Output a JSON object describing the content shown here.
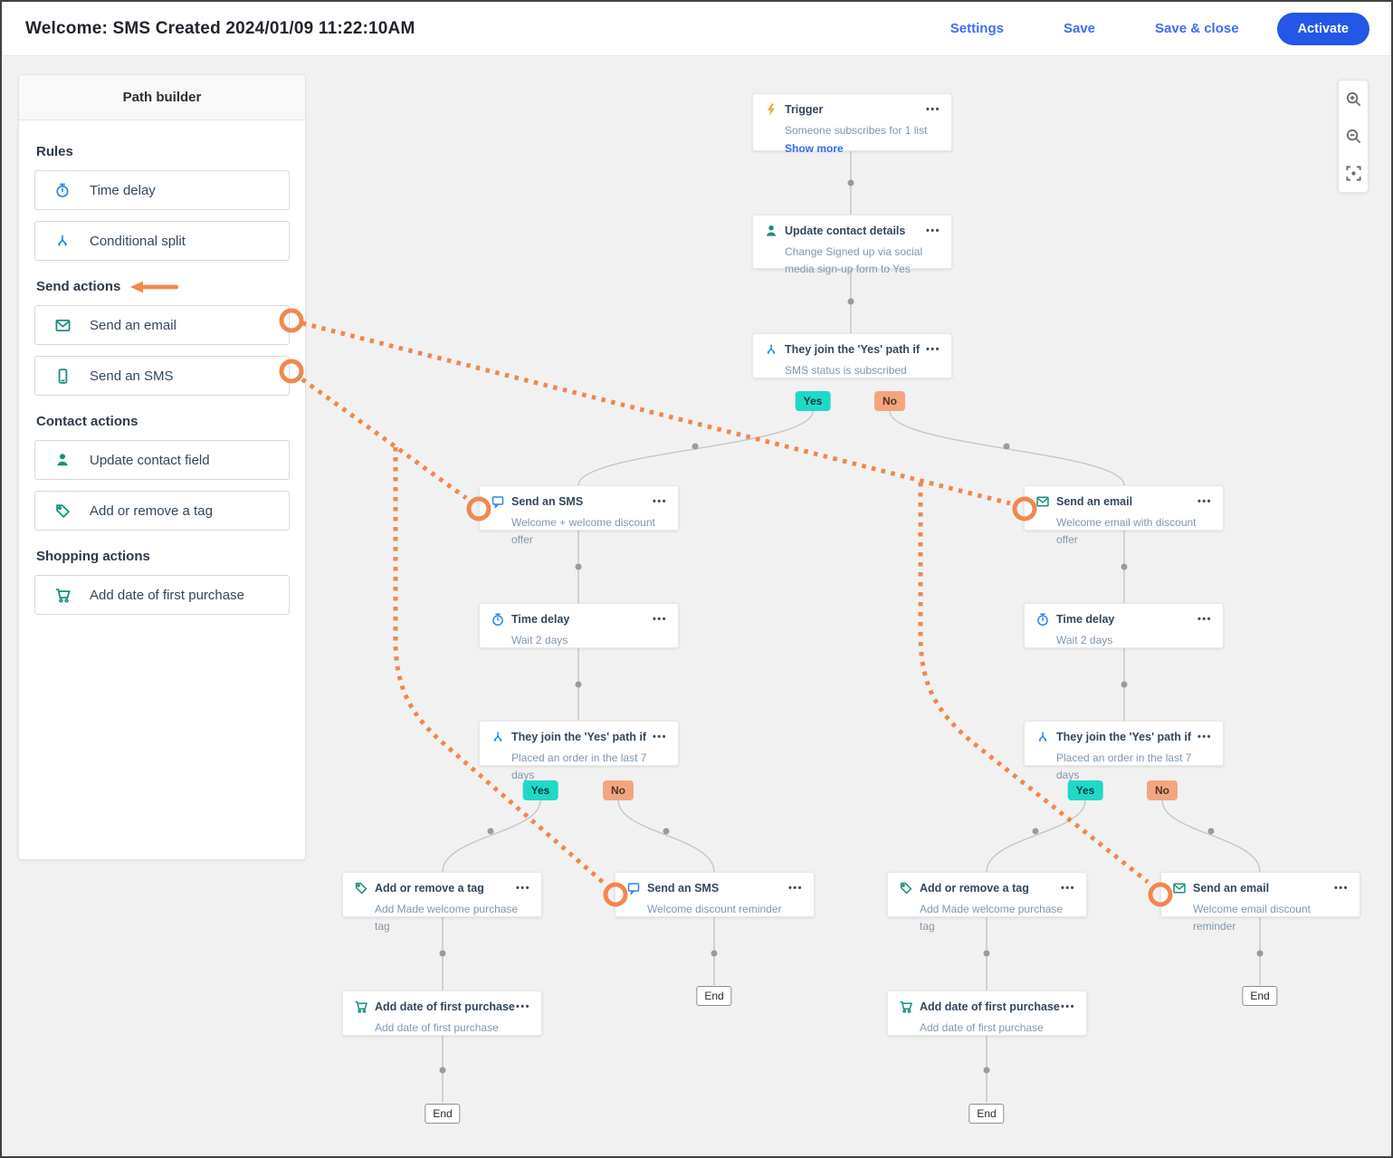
{
  "header": {
    "title": "Welcome: SMS Created 2024/01/09 11:22:10AM",
    "actions": {
      "settings": "Settings",
      "save": "Save",
      "save_close": "Save & close",
      "activate": "Activate"
    }
  },
  "sidebar": {
    "title": "Path builder",
    "sections": [
      {
        "label": "Rules",
        "items": [
          {
            "label": "Time delay",
            "icon": "stopwatch-icon"
          },
          {
            "label": "Conditional split",
            "icon": "split-icon"
          }
        ]
      },
      {
        "label": "Send actions",
        "items": [
          {
            "label": "Send an email",
            "icon": "envelope-icon"
          },
          {
            "label": "Send an SMS",
            "icon": "phone-icon"
          }
        ]
      },
      {
        "label": "Contact actions",
        "items": [
          {
            "label": "Update contact field",
            "icon": "person-icon"
          },
          {
            "label": "Add or remove a tag",
            "icon": "tag-icon"
          }
        ]
      },
      {
        "label": "Shopping actions",
        "items": [
          {
            "label": "Add date of first purchase",
            "icon": "cart-icon"
          }
        ]
      }
    ]
  },
  "canvas": {
    "nodes": [
      {
        "title": "Trigger",
        "subtitle": "Someone subscribes for 1 list",
        "link": "Show more",
        "icon": "lightning-icon"
      },
      {
        "title": "Update contact details",
        "subtitle": "Change Signed up via social media sign-up form to Yes",
        "icon": "person-icon"
      },
      {
        "title": "They join the 'Yes' path if",
        "subtitle": "SMS status is subscribed",
        "icon": "split-icon"
      },
      {
        "title": "Send an SMS",
        "subtitle": "Welcome + welcome discount offer",
        "icon": "chat-icon"
      },
      {
        "title": "Send an email",
        "subtitle": "Welcome email with discount offer",
        "icon": "envelope-icon"
      },
      {
        "title": "Time delay",
        "subtitle": "Wait 2 days",
        "icon": "stopwatch-icon"
      },
      {
        "title": "Time delay",
        "subtitle": "Wait 2 days",
        "icon": "stopwatch-icon"
      },
      {
        "title": "They join the 'Yes' path if",
        "subtitle": "Placed an order in the last 7 days",
        "icon": "split-icon"
      },
      {
        "title": "They join the 'Yes' path if",
        "subtitle": "Placed an order in the last 7 days",
        "icon": "split-icon"
      },
      {
        "title": "Add or remove a tag",
        "subtitle": "Add Made welcome purchase tag",
        "icon": "tag-icon"
      },
      {
        "title": "Send an SMS",
        "subtitle": "Welcome discount reminder",
        "icon": "chat-icon"
      },
      {
        "title": "Add or remove a tag",
        "subtitle": "Add Made welcome purchase tag",
        "icon": "tag-icon"
      },
      {
        "title": "Send an email",
        "subtitle": "Welcome email discount reminder",
        "icon": "envelope-icon"
      },
      {
        "title": "Add date of first purchase",
        "subtitle": "Add date of first purchase",
        "icon": "cart-icon"
      },
      {
        "title": "Add date of first purchase",
        "subtitle": "Add date of first purchase",
        "icon": "cart-icon"
      }
    ],
    "badges": {
      "yes": "Yes",
      "no": "No",
      "end": "End"
    }
  },
  "colors": {
    "accent_orange": "#f1874f",
    "teal": "#17907d",
    "blue_icon": "#2a87f0",
    "link_blue": "#3a6ff0",
    "activate_blue": "#2457e6",
    "yes_badge": "#1fd9c6",
    "no_badge": "#f5a57e"
  }
}
